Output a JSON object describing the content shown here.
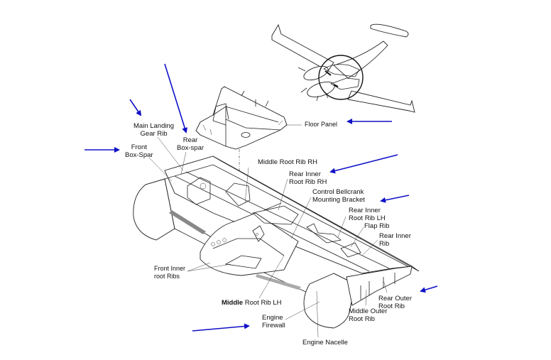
{
  "diagram": {
    "title": "",
    "accent_arrow_color": "#1010c8",
    "labels": {
      "main_landing_gear_rib": [
        "Main Landing",
        "Gear Rib"
      ],
      "rear_box_spar": [
        "Rear",
        "Box-spar"
      ],
      "front_box_spar": [
        "Front",
        "Box-Spar"
      ],
      "floor_panel": "Floor Panel",
      "middle_root_rib_rh": "Middle Root Rib RH",
      "rear_inner_root_rib_rh": [
        "Rear Inner",
        "Root Rib RH"
      ],
      "control_bellcrank_mounting_bracket": [
        "Control Bellcrank",
        "Mounting Bracket"
      ],
      "rear_inner_root_rib_lh": [
        "Rear Inner",
        "Root Rib LH"
      ],
      "flap_rib": "Flap Rib",
      "rear_inner_rib": [
        "Rear Inner",
        "Rib"
      ],
      "front_inner_root_ribs": [
        "Front Inner",
        "root Ribs"
      ],
      "middle_root_rib_lh_bold": "Middle",
      "middle_root_rib_lh_rest": " Root Rib LH",
      "rear_outer_root_rib": [
        "Rear Outer",
        "Root Rib"
      ],
      "middle_outer_root_rib": [
        "Middle Outer",
        "Root Rib"
      ],
      "engine_firewall": [
        "Engine",
        "Firewall"
      ],
      "engine_nacelle": "Engine Nacelle"
    },
    "arrows": [
      {
        "name": "arrow-main-landing-gear-rib",
        "points_to": "Main Landing Gear Rib"
      },
      {
        "name": "arrow-rear-box-spar",
        "points_to": "Rear Box-spar"
      },
      {
        "name": "arrow-front-box-spar",
        "points_to": "Front Box-Spar"
      },
      {
        "name": "arrow-floor-panel",
        "points_to": "Floor Panel"
      },
      {
        "name": "arrow-rear-inner-root-rib-rh",
        "points_to": "Rear Inner Root Rib RH"
      },
      {
        "name": "arrow-control-bellcrank",
        "points_to": "Control Bellcrank Mounting Bracket"
      },
      {
        "name": "arrow-rear-outer-root-rib",
        "points_to": "Rear Outer Root Rib"
      },
      {
        "name": "arrow-engine-firewall",
        "points_to": "Engine Firewall"
      }
    ]
  }
}
